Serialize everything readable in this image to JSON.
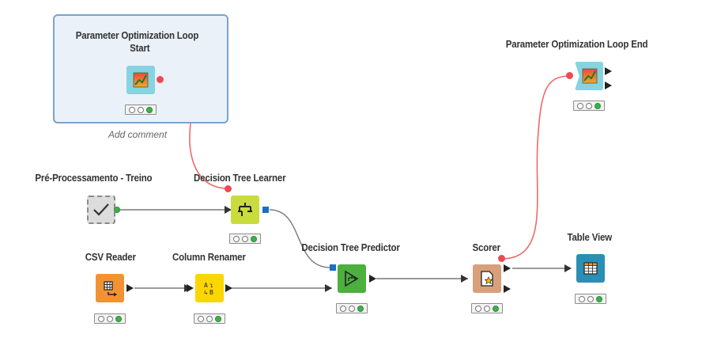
{
  "annotation": {
    "add_comment": "Add comment"
  },
  "nodes": {
    "loop_start": {
      "label_line1": "Parameter Optimization Loop",
      "label_line2": "Start",
      "icon": "line-chart-icon",
      "color": "#86d4e0"
    },
    "loop_end": {
      "label": "Parameter Optimization Loop End",
      "icon": "line-chart-icon",
      "color": "#86d4e0"
    },
    "preprocessing": {
      "label": "Pré-Processamento - Treino",
      "icon": "checkmark-icon",
      "color": "#dcdcdc"
    },
    "dt_learner": {
      "label": "Decision Tree Learner",
      "icon": "tree-icon",
      "color": "#c8dc3c"
    },
    "dt_predictor": {
      "label": "Decision Tree Predictor",
      "icon": "play-tree-icon",
      "color": "#4caf3e"
    },
    "csv_reader": {
      "label": "CSV Reader",
      "icon": "table-arrow-icon",
      "color": "#f39233"
    },
    "column_renamer": {
      "label": "Column Renamer",
      "icon": "rename-icon",
      "color": "#fbd600"
    },
    "scorer": {
      "label": "Scorer",
      "icon": "score-icon",
      "color": "#d8a07a"
    },
    "table_view": {
      "label": "Table View",
      "icon": "table-icon",
      "color": "#2a8fb3"
    }
  },
  "colors": {
    "flow_variable_wire": "#f06868",
    "data_wire": "#777777",
    "status_green": "#3fb04a"
  }
}
